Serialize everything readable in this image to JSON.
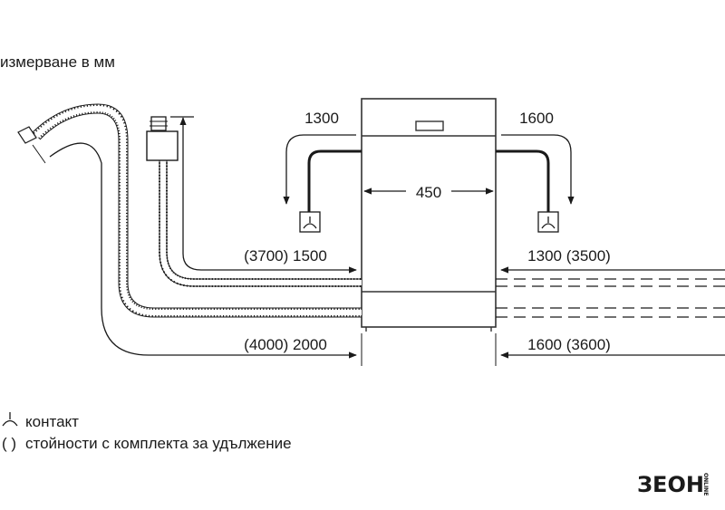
{
  "unit_caption": "измерване в мм",
  "dimensions": {
    "left_cable": "1300",
    "right_cable": "1600",
    "width": "450",
    "inlet_left": "(3700) 1500",
    "inlet_right": "1300 (3500)",
    "drain_left": "(4000) 2000",
    "drain_right": "1600 (3600)"
  },
  "legend": {
    "contact_text": "контакт",
    "paren_symbol": "( )",
    "extension_text": "стойности с комплекта за удължение"
  },
  "logo": {
    "text": "ЗЕОН",
    "sub": "ONLINE"
  }
}
